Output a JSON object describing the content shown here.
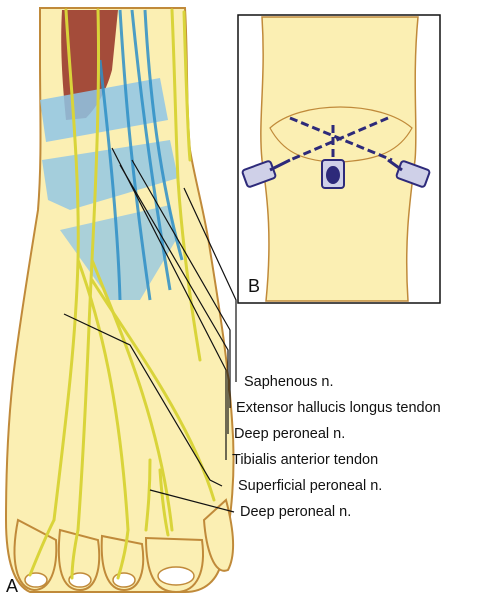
{
  "panels": {
    "a": "A",
    "b": "B"
  },
  "labels": [
    "Saphenous n.",
    "Extensor hallucis longus tendon",
    "Deep peroneal n.",
    "Tibialis anterior tendon",
    "Superficial peroneal n.",
    "Deep peroneal n."
  ],
  "colors": {
    "skin": "#fbefb3",
    "outline": "#c08a3a",
    "tendon": "#8fc6e6",
    "tendon_dark": "#2e8fc7",
    "muscle": "#9a3a2c",
    "nerve": "#d9d43a",
    "needle": "#2d2a7a"
  }
}
